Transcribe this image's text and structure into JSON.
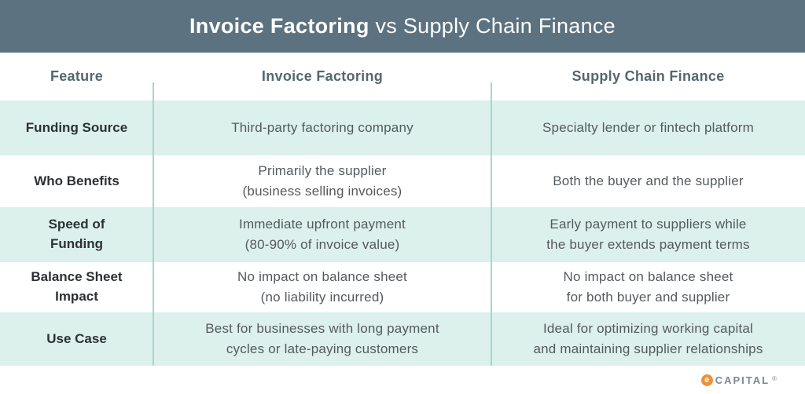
{
  "header": {
    "title_bold": "Invoice Factoring",
    "title_rest": " vs Supply Chain Finance"
  },
  "table": {
    "columns": [
      "Feature",
      "Invoice Factoring",
      "Supply Chain Finance"
    ],
    "rows": [
      {
        "feature": "Funding Source",
        "invoice_factoring": "Third-party factoring company",
        "supply_chain_finance": "Specialty lender or fintech platform"
      },
      {
        "feature": "Who Benefits",
        "invoice_factoring": "Primarily the supplier\n(business selling invoices)",
        "supply_chain_finance": "Both the buyer and the supplier"
      },
      {
        "feature": "Speed of\nFunding",
        "invoice_factoring": "Immediate upfront payment\n(80-90% of invoice value)",
        "supply_chain_finance": "Early payment to suppliers while\nthe buyer extends payment terms"
      },
      {
        "feature": "Balance Sheet\nImpact",
        "invoice_factoring": "No impact on balance sheet\n(no liability incurred)",
        "supply_chain_finance": "No impact on balance sheet\nfor both buyer and supplier"
      },
      {
        "feature": "Use Case",
        "invoice_factoring": "Best for businesses with long payment\ncycles or late-paying customers",
        "supply_chain_finance": "Ideal for optimizing working capital\nand maintaining supplier relationships"
      }
    ]
  },
  "footer": {
    "logo_mark": "e",
    "logo_text": "CAPITAL",
    "logo_tm": "®"
  },
  "colors": {
    "header_bg": "#5d7280",
    "row_teal": "#dcf0ec",
    "divider": "#a6d6cf",
    "heading_text": "#54676f",
    "feature_text": "#2d3133",
    "body_text": "#555a5d",
    "logo_orange": "#f0913a",
    "logo_gray": "#7c8792"
  }
}
